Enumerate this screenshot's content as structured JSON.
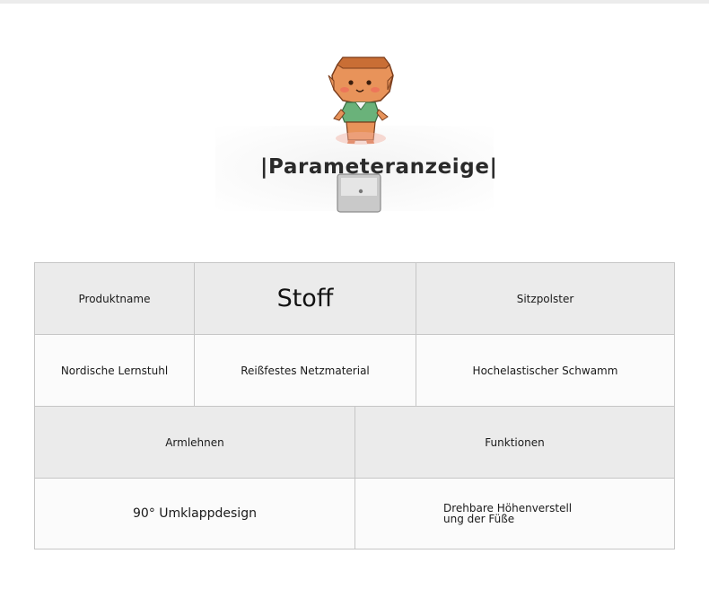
{
  "title": "|Parameteranzeige|",
  "table": {
    "row1": [
      "Produktname",
      "Stoff",
      "Sitzpolster"
    ],
    "row2": [
      "Nordische Lernstuhl",
      "Reißfestes Netzmaterial",
      "Hochelastischer Schwamm"
    ],
    "row3": [
      "Armlehnen",
      "Funktionen"
    ],
    "row4": [
      "90° Umklappdesign",
      "Drehbare Höhenverstell",
      "ung der Füße"
    ]
  },
  "colors": {
    "header_bg": "#ebebeb",
    "border": "#c6c6c6",
    "mascot_skin": "#e8935a",
    "mascot_shirt": "#6ab27a"
  }
}
